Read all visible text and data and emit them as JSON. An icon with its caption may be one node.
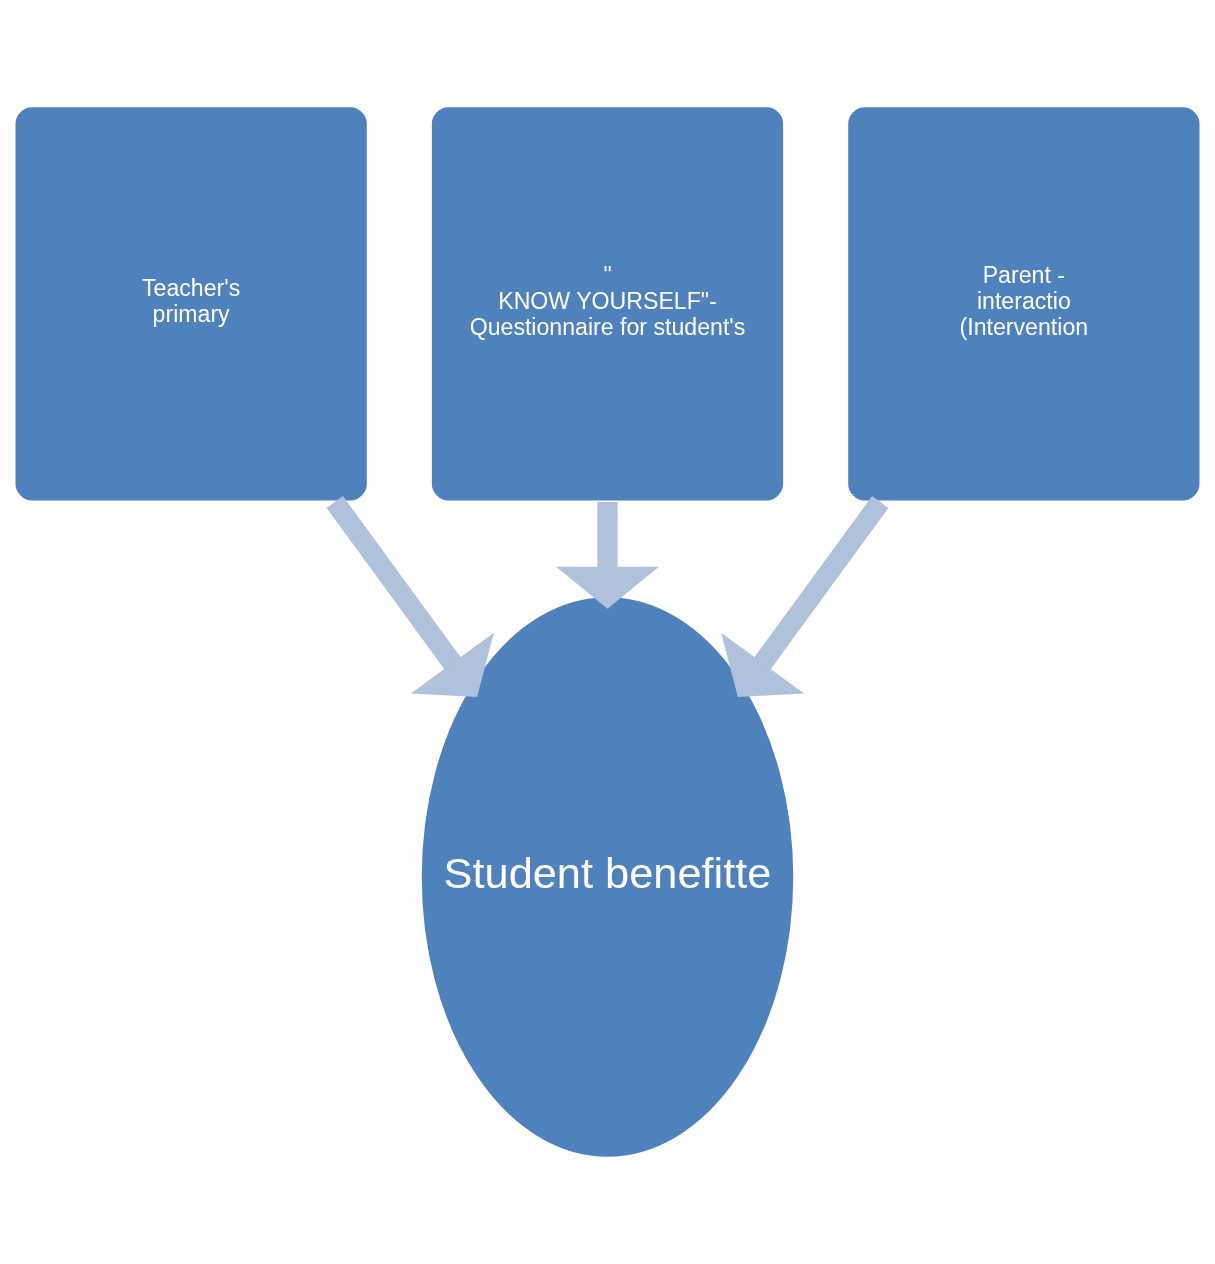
{
  "diagram": {
    "nodes": [
      {
        "text": [
          "\"",
          "KNOW YOURSELF\"-",
          "Questionnaire for student's"
        ]
      },
      {
        "text": [
          "Teacher's",
          "primary"
        ]
      },
      {
        "text": [
          "Parent -",
          "interactio",
          "(Intervention"
        ]
      },
      {
        "text": [
          "Student benefitte"
        ]
      }
    ],
    "edges": [
      {
        "from": 0,
        "to": 3,
        "arrow": "to"
      },
      {
        "from": 1,
        "to": 3,
        "arrow": "to"
      },
      {
        "from": 2,
        "to": 3,
        "arrow": "to"
      }
    ]
  }
}
